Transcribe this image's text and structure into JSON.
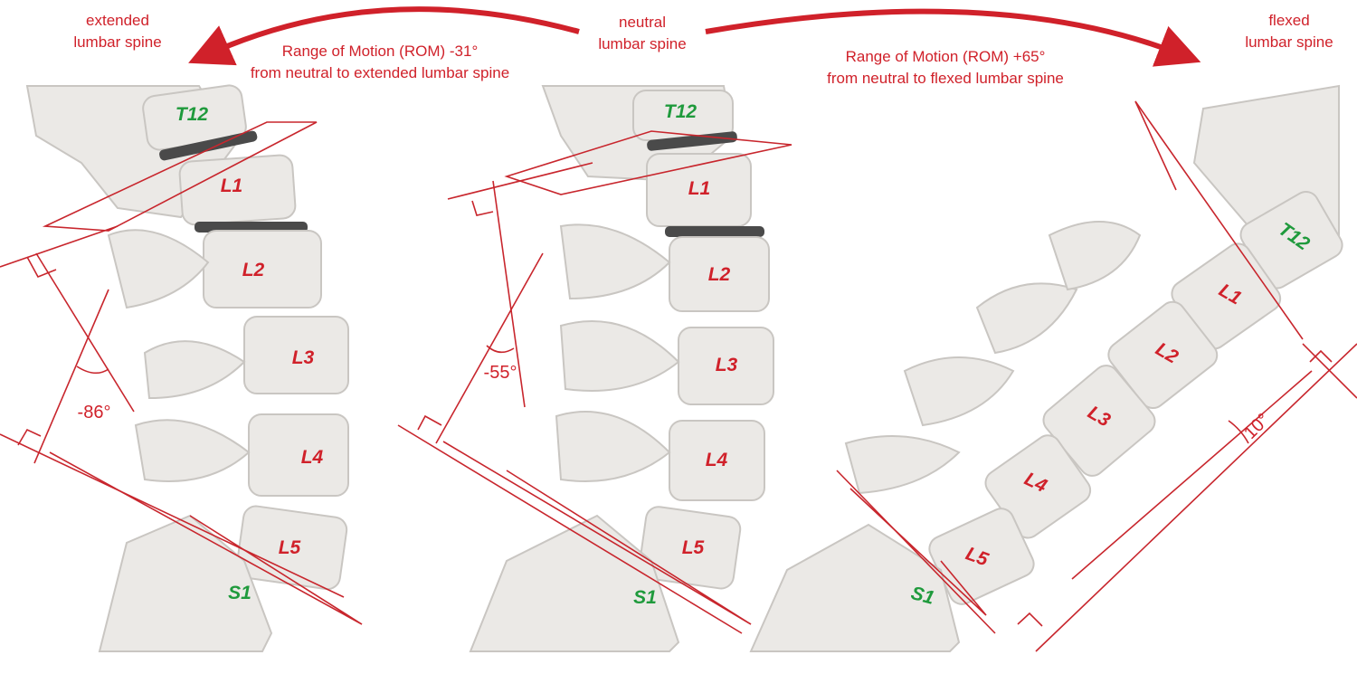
{
  "headers": {
    "extended": [
      "extended",
      "lumbar spine"
    ],
    "neutral": [
      "neutral",
      "lumbar spine"
    ],
    "flexed": [
      "flexed",
      "lumbar spine"
    ],
    "rom_extension": [
      "Range of Motion (ROM) -31°",
      "from neutral to extended lumbar spine"
    ],
    "rom_flexion": [
      "Range of Motion (ROM) +65°",
      "from neutral to flexed lumbar spine"
    ]
  },
  "panels": [
    {
      "name": "extended",
      "angle": "-86°",
      "labels": [
        "T12",
        "L1",
        "L2",
        "L3",
        "L4",
        "L5",
        "S1"
      ]
    },
    {
      "name": "neutral",
      "angle": "-55°",
      "labels": [
        "T12",
        "L1",
        "L2",
        "L3",
        "L4",
        "L5",
        "S1"
      ]
    },
    {
      "name": "flexed",
      "angle": "10°",
      "labels": [
        "T12",
        "L1",
        "L2",
        "L3",
        "L4",
        "L5",
        "S1"
      ]
    }
  ],
  "colors": {
    "annotation": "#d0212a",
    "lumbar_label": "#d0212a",
    "reference_label": "#1f9a3c",
    "bone": "#ebe9e6"
  }
}
